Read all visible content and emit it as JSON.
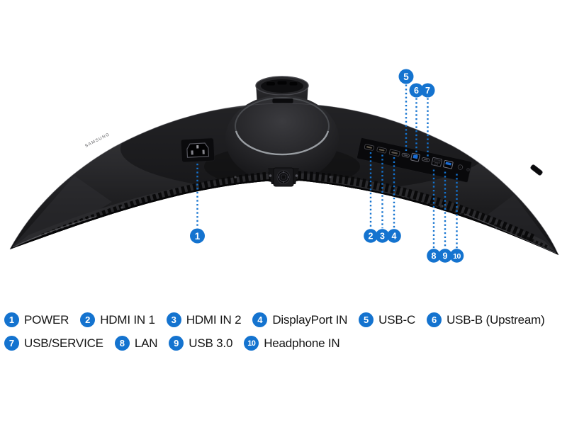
{
  "ports": [
    {
      "number": "1",
      "label": "POWER"
    },
    {
      "number": "2",
      "label": "HDMI IN 1"
    },
    {
      "number": "3",
      "label": "HDMI IN 2"
    },
    {
      "number": "4",
      "label": "DisplayPort IN"
    },
    {
      "number": "5",
      "label": "USB-C"
    },
    {
      "number": "6",
      "label": "USB-B (Upstream)"
    },
    {
      "number": "7",
      "label": "USB/SERVICE"
    },
    {
      "number": "8",
      "label": "LAN"
    },
    {
      "number": "9",
      "label": "USB 3.0"
    },
    {
      "number": "10",
      "label": "Headphone IN"
    }
  ],
  "monitor": {
    "embossed_logo": "SAMSUNG",
    "view": "curved monitor rear-bottom view with port callouts"
  },
  "colors": {
    "accent_blue": "#1473cf",
    "port_blue": "#1a6bd2",
    "body_dark": "#232326",
    "background": "#ffffff",
    "legend_text": "#151515"
  }
}
